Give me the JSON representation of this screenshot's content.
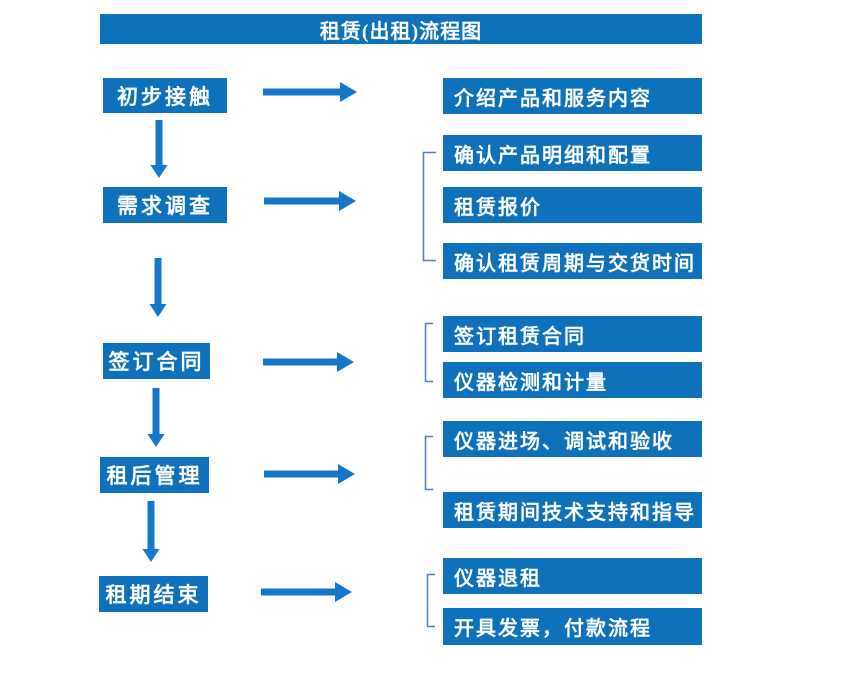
{
  "title": "租赁(出租)流程图",
  "colors": {
    "box_blue": "#0d72bb",
    "arrow_blue": "#1477c9",
    "bracket_blue": "#4e7ec5",
    "text_white": "#ffffff",
    "background": "#ffffff"
  },
  "flow": {
    "stages": [
      {
        "label": "初步接触",
        "details": [
          "介绍产品和服务内容"
        ]
      },
      {
        "label": "需求调查",
        "details": [
          "确认产品明细和配置",
          "租赁报价",
          "确认租赁周期与交货时间"
        ]
      },
      {
        "label": "签订合同",
        "details": [
          "签订租赁合同",
          "仪器检测和计量"
        ]
      },
      {
        "label": "租后管理",
        "details": [
          "仪器进场、调试和验收",
          "租赁期间技术支持和指导"
        ]
      },
      {
        "label": "租期结束",
        "details": [
          "仪器退租",
          "开具发票，付款流程"
        ]
      }
    ]
  }
}
